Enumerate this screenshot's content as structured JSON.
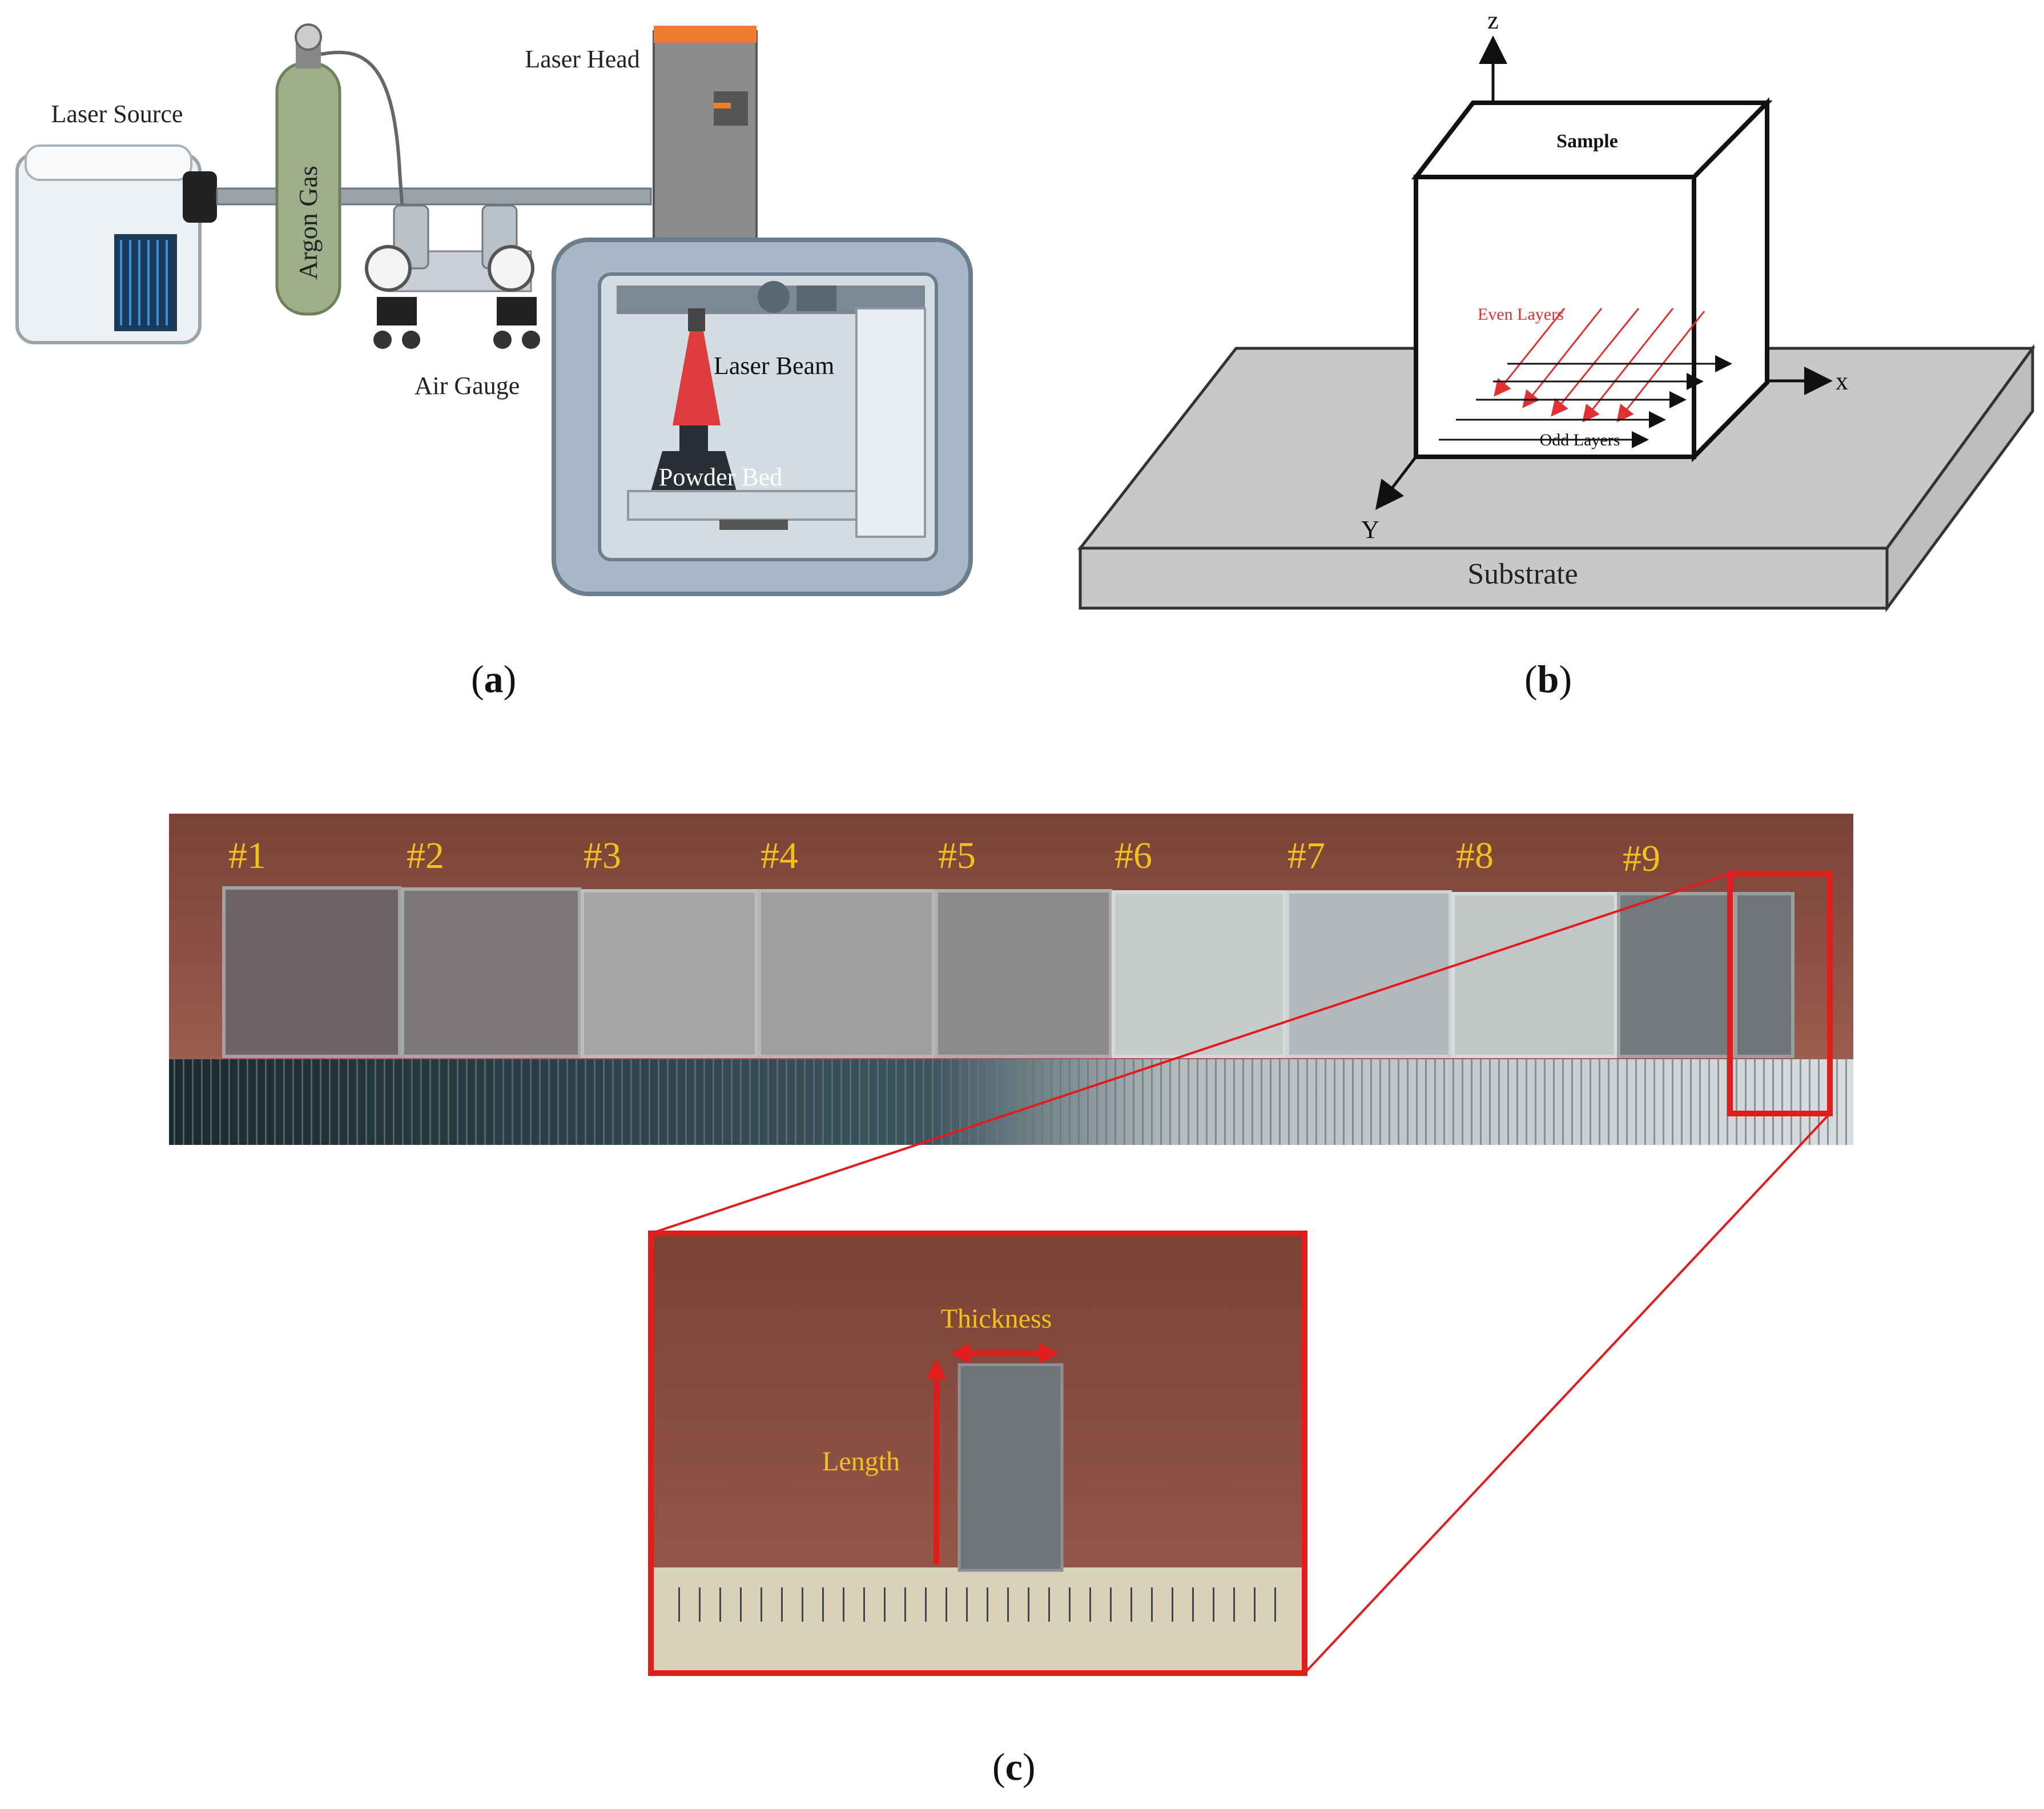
{
  "panel_a": {
    "laser_source": "Laser Source",
    "argon_gas": "Argon Gas",
    "laser_head": "Laser Head",
    "air_gauge": "Air Gauge",
    "laser_beam": "Laser Beam",
    "powder_bed": "Powder Bed",
    "caption_letter": "a"
  },
  "panel_b": {
    "axis_z": "z",
    "axis_x": "x",
    "axis_y": "Y",
    "sample": "Sample",
    "even_layers": "Even Layers",
    "odd_layers": "Odd Layers",
    "substrate": "Substrate",
    "caption_letter": "b",
    "colors": {
      "even": "#e03030",
      "odd": "#111111",
      "substrate": "#c8c8c8"
    }
  },
  "panel_c": {
    "samples": [
      "#1",
      "#2",
      "#3",
      "#4",
      "#5",
      "#6",
      "#7",
      "#8",
      "#9"
    ],
    "thickness": "Thickness",
    "length": "Length",
    "caption_letter": "c",
    "colors": {
      "label": "#f2c21a",
      "highlight": "#e21b1b",
      "wood": "#8a5245"
    }
  }
}
